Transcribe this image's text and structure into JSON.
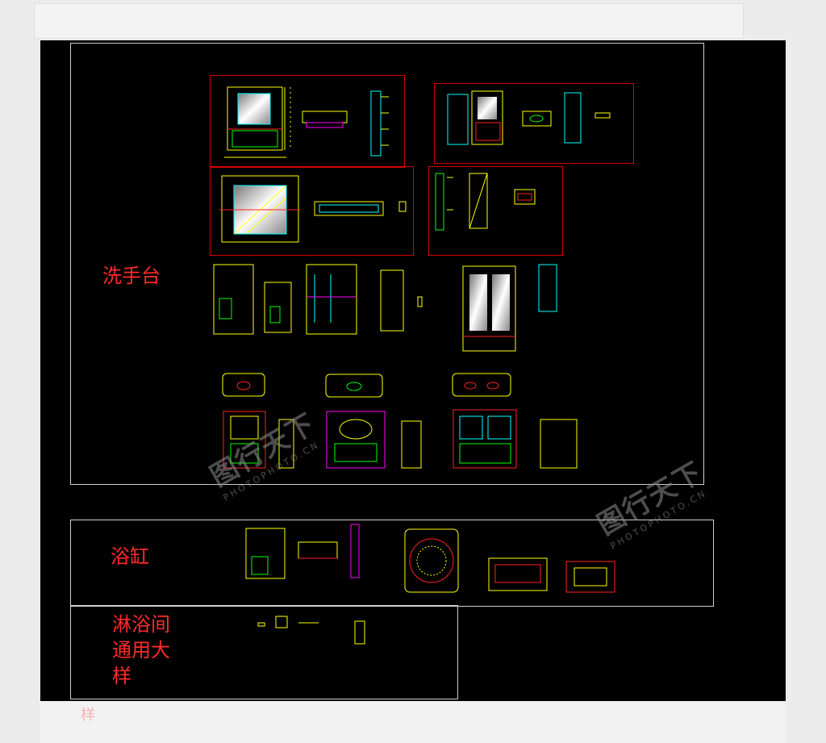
{
  "sections": {
    "washbasin": {
      "label": "洗手台"
    },
    "bathtub": {
      "label": "浴缸"
    },
    "shower": {
      "label": "淋浴间\n通用大\n样"
    }
  },
  "watermark": {
    "text": "图行天下",
    "subtext": "PHOTOPHOTO.CN"
  },
  "below_fragment": {
    "text": "样"
  },
  "colors": {
    "canvas": "#000000",
    "label": "#ff2a2a",
    "group_border": "#d40000",
    "section_border": "#cfcfcf",
    "line_yellow": "#ffff00",
    "line_green": "#00ff00",
    "line_cyan": "#00ffff",
    "line_red": "#ff2020",
    "line_magenta": "#ff00ff"
  }
}
